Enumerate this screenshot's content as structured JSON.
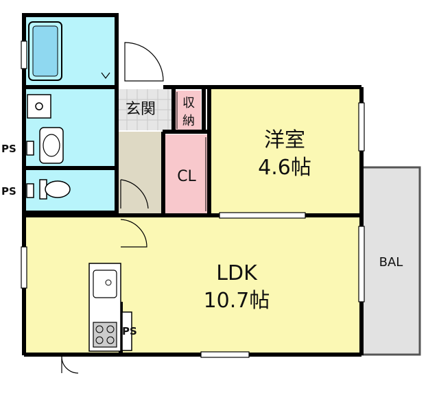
{
  "rooms": {
    "western_room": {
      "name": "洋室",
      "size": "4.6帖"
    },
    "ldk": {
      "name": "LDK",
      "size": "10.7帖"
    },
    "closet": {
      "name": "CL"
    },
    "entrance": {
      "name": "玄関"
    },
    "storage": {
      "line1": "収",
      "line2": "納"
    },
    "balcony": {
      "name": "BAL"
    }
  },
  "ps_labels": [
    "PS",
    "PS",
    "PS"
  ],
  "colors": {
    "wet_area": "#b8f4fb",
    "living": "#fbf8b4",
    "closet": "#f8c8cc",
    "entrance_floor": "#ded9c4",
    "entrance_tile": "#e6e6e6",
    "balcony": "#e2e2e2",
    "wall": "#000000"
  }
}
